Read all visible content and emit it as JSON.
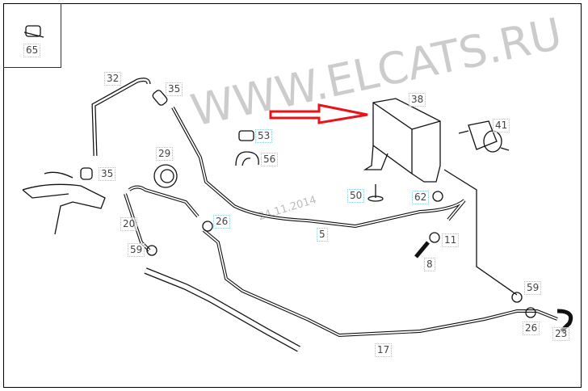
{
  "watermark": "WWW.ELCATS.RU",
  "date": "24.11.2014",
  "colors": {
    "arrow": "#e8141c",
    "line": "#111111",
    "label_border": "#9cc8e0"
  },
  "parts": [
    {
      "id": "65"
    },
    {
      "id": "32"
    },
    {
      "id": "35"
    },
    {
      "id": "53"
    },
    {
      "id": "56"
    },
    {
      "id": "29"
    },
    {
      "id": "35"
    },
    {
      "id": "38"
    },
    {
      "id": "41"
    },
    {
      "id": "50"
    },
    {
      "id": "62"
    },
    {
      "id": "20"
    },
    {
      "id": "26"
    },
    {
      "id": "5"
    },
    {
      "id": "11"
    },
    {
      "id": "59"
    },
    {
      "id": "8"
    },
    {
      "id": "59"
    },
    {
      "id": "26"
    },
    {
      "id": "23"
    },
    {
      "id": "17"
    }
  ]
}
